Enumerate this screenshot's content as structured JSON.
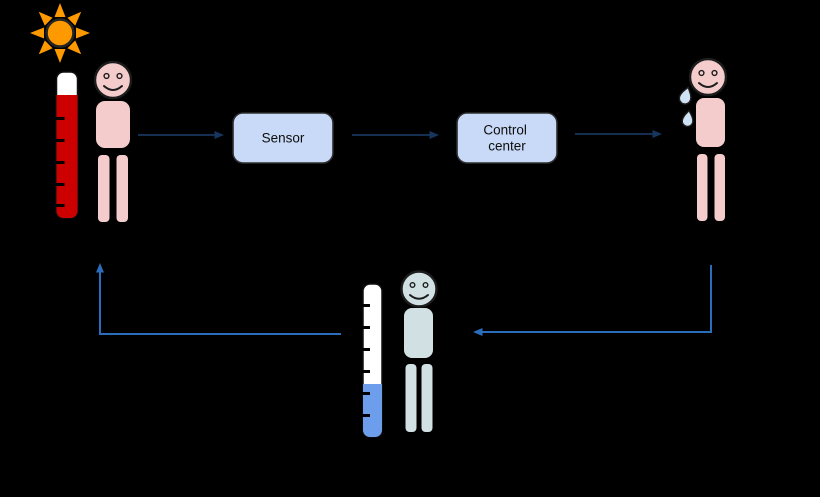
{
  "diagram": {
    "description": "feedback-loop diagram on black background",
    "background": "#000000",
    "boxes": [
      {
        "id": "sensor",
        "label": "Sensor",
        "lines": [
          "Sensor"
        ]
      },
      {
        "id": "control-center",
        "label": "Control center",
        "lines": [
          "Control",
          "center"
        ]
      }
    ],
    "icons": {
      "sun-icon": "orange sun with eight rays",
      "thermometer-high-icon": "thermometer filled high with red",
      "hot-person-icon": "pink smiling person figure",
      "sweat-drops-icon": "two light-blue sweat droplets",
      "sweating-person-icon": "pink smiling person figure with sweat drops",
      "thermometer-low-icon": "thermometer filled low with blue",
      "cool-person-icon": "pale cyan smiling person figure"
    },
    "colors": {
      "background": "#000000",
      "box_fill": "#c9daf8",
      "box_border": "#2e2e2e",
      "box_text": "#0d0d0d",
      "arrow_primary": "#17365d",
      "arrow_secondary": "#2a6ebb",
      "sun": "#ff9900",
      "hot_person": "#f4cccc",
      "cool_person": "#d0e0e3",
      "thermometer_red": "#cc0000",
      "thermometer_blue": "#6d9eeb",
      "thermometer_empty": "#ffffff",
      "sweat_drop": "#cfe2f3"
    }
  }
}
